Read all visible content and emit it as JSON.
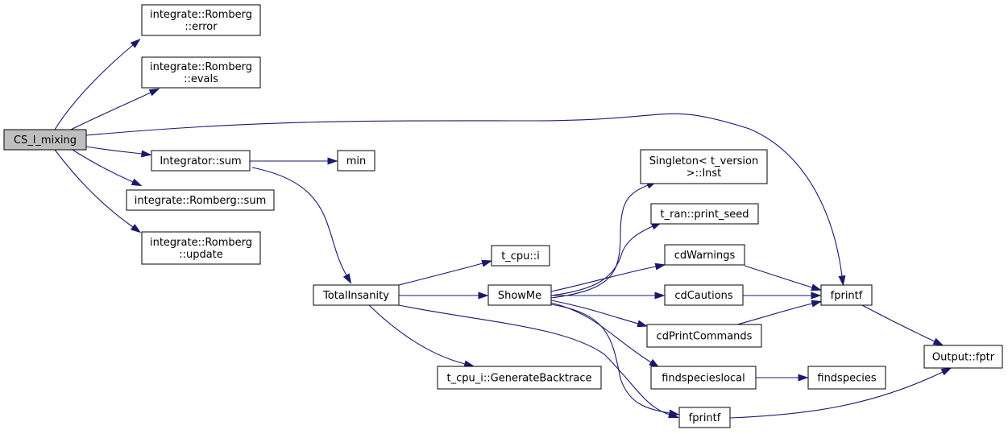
{
  "colors": {
    "edge": "#191970",
    "root_fill": "#bfbfbf",
    "node_fill": "#ffffff",
    "node_border": "#000000"
  },
  "nodes": {
    "cs_l_mixing": {
      "lines": [
        "CS_l_mixing"
      ],
      "root": true
    },
    "romberg_error": {
      "lines": [
        "integrate::Romberg",
        "::error"
      ]
    },
    "romberg_evals": {
      "lines": [
        "integrate::Romberg",
        "::evals"
      ]
    },
    "integrator_sum": {
      "lines": [
        "Integrator::sum"
      ]
    },
    "romberg_sum": {
      "lines": [
        "integrate::Romberg::sum"
      ]
    },
    "romberg_update": {
      "lines": [
        "integrate::Romberg",
        "::update"
      ]
    },
    "min": {
      "lines": [
        "min"
      ]
    },
    "totalinsanity": {
      "lines": [
        "TotalInsanity"
      ]
    },
    "t_cpu_i": {
      "lines": [
        "t_cpu::i"
      ]
    },
    "showme": {
      "lines": [
        "ShowMe"
      ]
    },
    "generatebacktrace": {
      "lines": [
        "t_cpu_i::GenerateBacktrace"
      ]
    },
    "singleton_inst": {
      "lines": [
        "Singleton< t_version",
        ">::Inst"
      ]
    },
    "print_seed": {
      "lines": [
        "t_ran::print_seed"
      ]
    },
    "cdwarnings": {
      "lines": [
        "cdWarnings"
      ]
    },
    "cdcautions": {
      "lines": [
        "cdCautions"
      ]
    },
    "cdprintcommands": {
      "lines": [
        "cdPrintCommands"
      ]
    },
    "findspecieslocal": {
      "lines": [
        "findspecieslocal"
      ]
    },
    "fprintf_bottom": {
      "lines": [
        "fprintf"
      ]
    },
    "findspecies": {
      "lines": [
        "findspecies"
      ]
    },
    "fprintf_mid": {
      "lines": [
        "fprintf"
      ]
    },
    "output_fptr": {
      "lines": [
        "Output::fptr"
      ]
    }
  },
  "edges": [
    {
      "from": "cs_l_mixing",
      "to": "romberg_error"
    },
    {
      "from": "cs_l_mixing",
      "to": "romberg_evals"
    },
    {
      "from": "cs_l_mixing",
      "to": "fprintf_mid"
    },
    {
      "from": "cs_l_mixing",
      "to": "integrator_sum"
    },
    {
      "from": "cs_l_mixing",
      "to": "romberg_sum"
    },
    {
      "from": "cs_l_mixing",
      "to": "romberg_update"
    },
    {
      "from": "integrator_sum",
      "to": "min"
    },
    {
      "from": "integrator_sum",
      "to": "totalinsanity"
    },
    {
      "from": "totalinsanity",
      "to": "t_cpu_i"
    },
    {
      "from": "totalinsanity",
      "to": "showme"
    },
    {
      "from": "totalinsanity",
      "to": "generatebacktrace"
    },
    {
      "from": "totalinsanity",
      "to": "fprintf_bottom"
    },
    {
      "from": "showme",
      "to": "singleton_inst"
    },
    {
      "from": "showme",
      "to": "print_seed"
    },
    {
      "from": "showme",
      "to": "cdwarnings"
    },
    {
      "from": "showme",
      "to": "cdcautions"
    },
    {
      "from": "showme",
      "to": "cdprintcommands"
    },
    {
      "from": "showme",
      "to": "findspecieslocal"
    },
    {
      "from": "showme",
      "to": "fprintf_bottom"
    },
    {
      "from": "cdwarnings",
      "to": "fprintf_mid"
    },
    {
      "from": "cdcautions",
      "to": "fprintf_mid"
    },
    {
      "from": "cdprintcommands",
      "to": "fprintf_mid"
    },
    {
      "from": "findspecieslocal",
      "to": "findspecies"
    },
    {
      "from": "fprintf_mid",
      "to": "output_fptr"
    },
    {
      "from": "fprintf_bottom",
      "to": "output_fptr"
    }
  ]
}
